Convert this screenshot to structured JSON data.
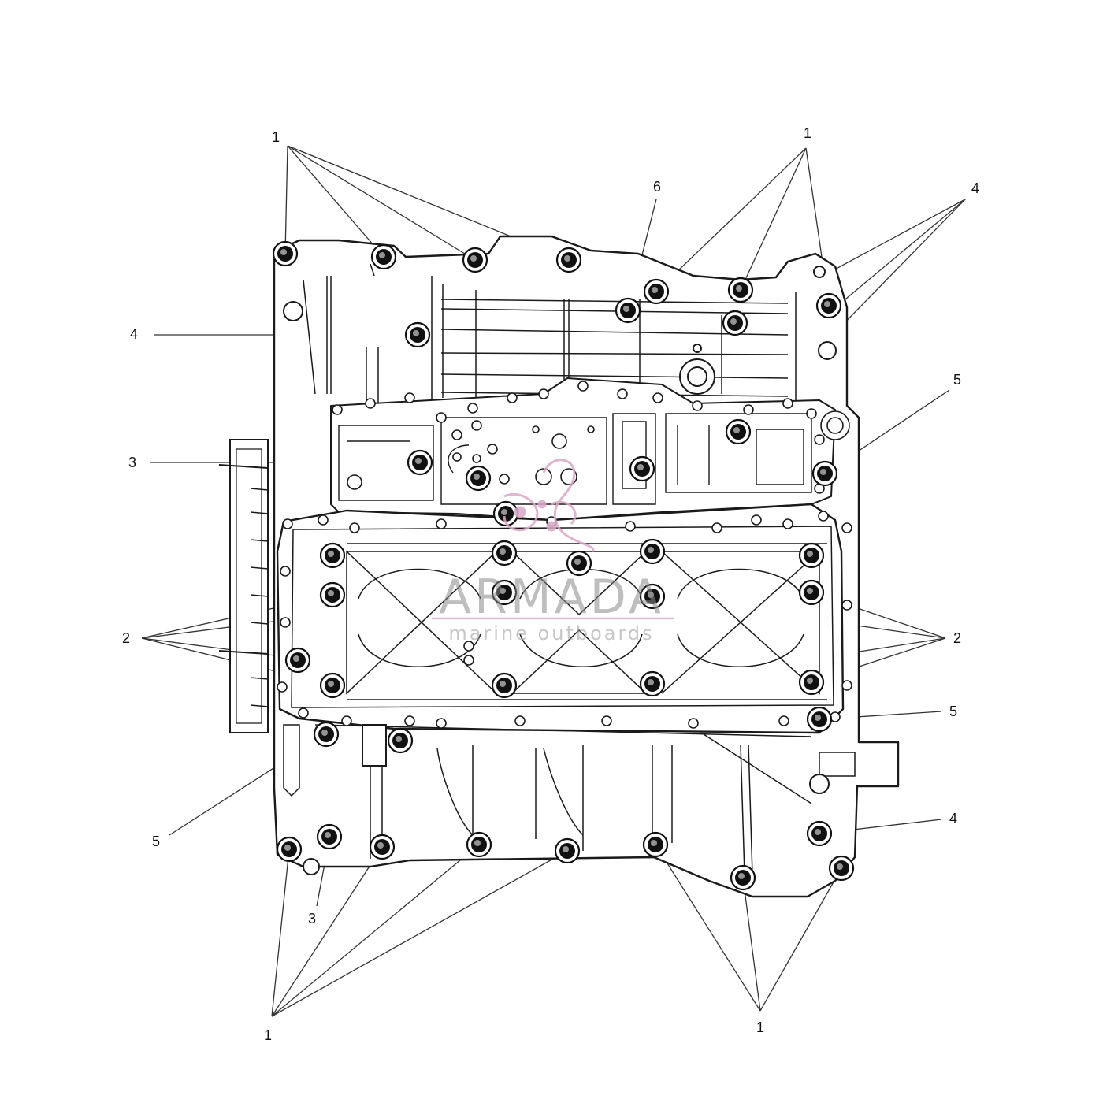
{
  "callouts": [
    {
      "id": "c1-top-left",
      "text": "1"
    },
    {
      "id": "c1-top-right",
      "text": "1"
    },
    {
      "id": "c6-top",
      "text": "6"
    },
    {
      "id": "c4-top-right",
      "text": "4"
    },
    {
      "id": "c4-left",
      "text": "4"
    },
    {
      "id": "c5-right-upper",
      "text": "5"
    },
    {
      "id": "c3-left",
      "text": "3"
    },
    {
      "id": "c2-left",
      "text": "2"
    },
    {
      "id": "c2-right",
      "text": "2"
    },
    {
      "id": "c5-right-lower",
      "text": "5"
    },
    {
      "id": "c4-right-lower",
      "text": "4"
    },
    {
      "id": "c5-left-lower",
      "text": "5"
    },
    {
      "id": "c3-bottom",
      "text": "3"
    },
    {
      "id": "c1-bottom-left",
      "text": "1"
    },
    {
      "id": "c1-bottom-right",
      "text": "1"
    }
  ],
  "watermark": {
    "title": "ARMADA",
    "subtitle": "marine outboards",
    "color": "#d9a8c6"
  },
  "colors": {
    "line": "#1a1a1a",
    "bolt": "#111111",
    "leader": "#333333"
  }
}
